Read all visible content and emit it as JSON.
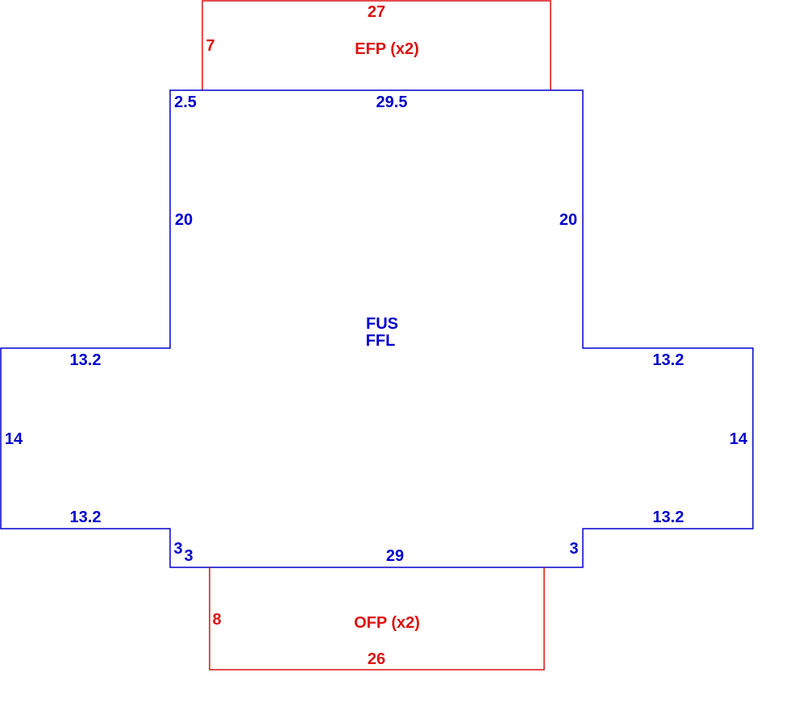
{
  "colors": {
    "main": "#0000cc",
    "porch": "#dd1111",
    "background": "#ffffff"
  },
  "efp": {
    "name": "EFP (x2)",
    "top": "27",
    "left": "7"
  },
  "main": {
    "name_line1": "FUS",
    "name_line2": "FFL",
    "top_left": "2.5",
    "top": "29.5",
    "left_upper": "20",
    "right_upper": "20",
    "left_wing_top": "13.2",
    "right_wing_top": "13.2",
    "left_wing_side": "14",
    "right_wing_side": "14",
    "left_wing_bottom": "13.2",
    "right_wing_bottom": "13.2",
    "left_notch_side": "3",
    "left_notch_bottom": "3",
    "right_notch_side": "3",
    "bottom": "29"
  },
  "ofp": {
    "name": "OFP (x2)",
    "left": "8",
    "bottom": "26"
  }
}
